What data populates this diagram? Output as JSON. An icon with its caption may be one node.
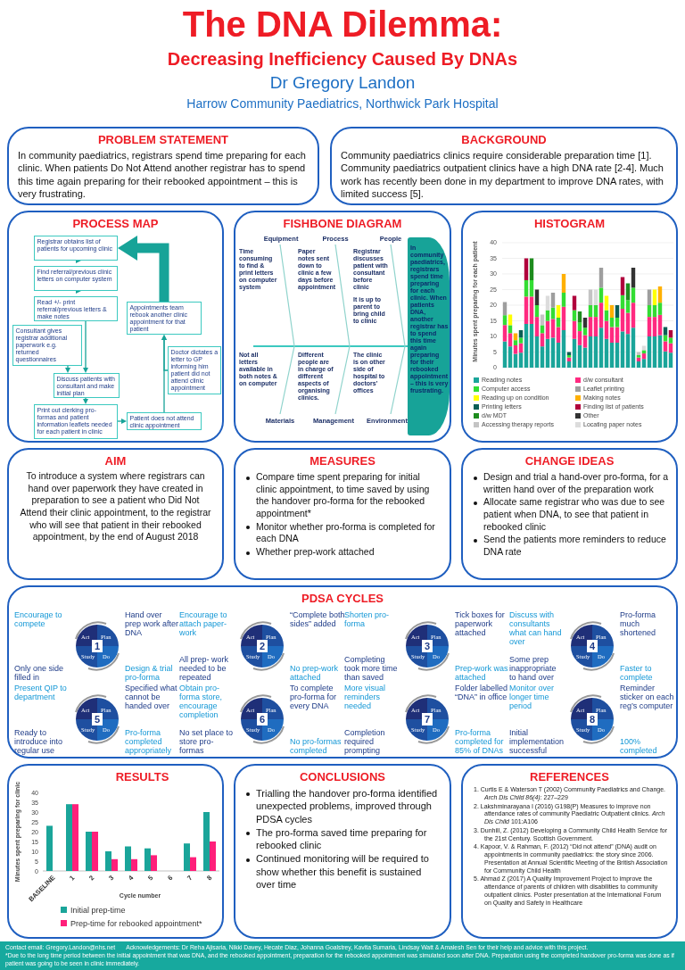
{
  "diagram": {
    "title": "The DNA Dilemma:",
    "nodes": [
      {
        "text": [
          "PROBLEM STATEMENT",
          "In community paediatrics, registrars spend time preparing for each clinic. When patients Do Not Attend another registrar has to spend this time again preparing for their rebooked appointment – this is very frustrating."
        ]
      },
      {
        "text": [
          "BACKGROUND",
          "Community paediatrics clinics require considerable preparation time [1].  Community paediatrics outpatient clinics have a high DNA rate [2-4].   Much work has recently been done in my department to improve DNA rates, with limited success [5]."
        ]
      },
      {
        "text": [
          "PROCESS MAP"
        ]
      },
      {
        "text": [
          "Registrar obtains list of patients for upcoming clinic"
        ],
        "in": 2
      },
      {
        "text": [
          "Find referral/previous clinic letters on computer system"
        ],
        "in": 2
      },
      {
        "text": [
          "Read +/- print referral/previous letters & make notes"
        ],
        "in": 2
      },
      {
        "text": [
          "Consultant gives registrar additional paperwork e.g. returned questionnaires"
        ],
        "in": 2
      },
      {
        "text": [
          "Discuss patients with consultant and make initial plan"
        ],
        "in": 2
      },
      {
        "text": [
          "Print out clerking pro-formas and patient information leaflets needed for each patient in clinic"
        ],
        "in": 2
      },
      {
        "text": [
          "Patient does not attend clinic appointment"
        ],
        "in": 2
      },
      {
        "text": [
          "Doctor dictates a letter to GP informing him patient did not attend clinic appointment"
        ],
        "in": 2
      },
      {
        "text": [
          "Appointments team rebook another clinic appointment for that patient"
        ],
        "in": 2
      },
      {
        "text": [
          "FISHBONE DIAGRAM"
        ]
      },
      {
        "text": [
          "In community paediatrics, registrars spend time preparing for each clinic. When patients DNA, another registrar has to spend this time again preparing for their rebooked appointment – this is very frustrating."
        ],
        "in": 12
      },
      {
        "text": [
          "HISTOGRAM"
        ]
      },
      {
        "text": [
          "AIM",
          "To introduce a system where registrars can hand over paperwork they have created in preparation to see a patient who Did Not Attend their clinic appointment, to the registrar who will see that patient in their rebooked appointment, by the end of August 2018"
        ]
      },
      {
        "text": [
          "MEASURES",
          "Compare time spent preparing for initial clinic appointment, to time saved by using the handover pro-forma for the rebooked appointment*",
          "Monitor whether pro-forma is completed for each DNA",
          "Whether prep-work attached"
        ]
      },
      {
        "text": [
          "CHANGE IDEAS",
          "Design and trial a hand-over pro-forma, for a written hand over of the preparation work",
          "Allocate same registrar who was due to see patient when DNA, to see that patient in rebooked clinic",
          "Send the patients more reminders to reduce DNA rate"
        ]
      },
      {
        "text": [
          "PDSA CYCLES"
        ]
      },
      {
        "text": [
          "Act",
          "Plan",
          "1",
          "Study",
          "Do"
        ],
        "in": 18
      },
      {
        "text": [
          "Act",
          "Plan",
          "2",
          "Study",
          "Do"
        ],
        "in": 18
      },
      {
        "text": [
          "Act",
          "Plan",
          "3",
          "Study",
          "Do"
        ],
        "in": 18
      },
      {
        "text": [
          "Act",
          "Plan",
          "4",
          "Study",
          "Do"
        ],
        "in": 18
      },
      {
        "text": [
          "Act",
          "Plan",
          "5",
          "Study",
          "Do"
        ],
        "in": 18
      },
      {
        "text": [
          "Act",
          "Plan",
          "6",
          "Study",
          "Do"
        ],
        "in": 18
      },
      {
        "text": [
          "Act",
          "Plan",
          "7",
          "Study",
          "Do"
        ],
        "in": 18
      },
      {
        "text": [
          "Act",
          "Plan",
          "8",
          "Study",
          "Do"
        ],
        "in": 18
      },
      {
        "text": [
          "RESULTS"
        ]
      },
      {
        "text": [
          "CONCLUSIONS",
          "Trialling the handover pro-forma identified unexpected problems, improved through PDSA cycles",
          "The pro-forma saved time preparing for rebooked clinic",
          "Continued monitoring will be required to show  whether this benefit is sustained over time"
        ]
      },
      {
        "text": [
          "REFERENCES",
          "1. Curtis E & Waterson T (2002) Community Paediatrics and Change. *Arch Dis Child 86(4)*: 227–229",
          "2. Lakshminarayana I (2016) G198(P) Measures to improve non attendance rates of community Paediatric Outpatient clinics. *Arch Dis Child* 101:A106",
          "3. Dunhill, Z. (2012) Developing a Community Child Health Service for the 21st Century. Scottish Government.",
          "4. Kapoor, V. & Rahman, F. (2012) “Did not attend” (DNA) audit on appointments in community paediatrics: the story since 2006. Presentation at Annual Scientific Meeting of the British Association for Community Child Health",
          "5. Ahmad Z (2017) A Quality Improvement Project to improve the attendance of parents of children with disabilities to community outpatient clinics.  Poster presentation at the International Forum on Quality and Safety in Healthcare"
        ]
      },
      {
        "text": [
          "Contact email: Gregory.Landon@nhs.net",
          "Acknowledgements: Dr Reha Ajisaria, Nikki Davey, Hecate Diaz, Johanna Goalstrey, Kavita Sumaria, Lindsay Watt & Amalesh Sen for their help and advice with this project.",
          "*Due to the long time period between the initial appointment that was DNA, and the rebooked appointment, preparation for the rebooked appointment was simulated soon after DNA. Preparation using the completed handover pro-forma was done as if patient was going to be seen in clinic immediately."
        ]
      }
    ],
    "edges": [
      {
        "from": 3,
        "to": 4,
        "arrow": "to"
      },
      {
        "from": 4,
        "to": 5,
        "arrow": "to"
      },
      {
        "from": 5,
        "to": 7,
        "arrow": "to"
      },
      {
        "from": 6,
        "to": 7,
        "arrow": "to"
      },
      {
        "from": 7,
        "to": 8,
        "arrow": "to"
      },
      {
        "from": 8,
        "to": 9,
        "arrow": "to"
      },
      {
        "from": 9,
        "to": 11,
        "arrow": "to"
      },
      {
        "from": 10,
        "to": 11,
        "arrow": "to"
      },
      {
        "from": 11,
        "to": 3,
        "arrow": "to",
        "style": "thick"
      }
    ],
    "labels": [
      "Decreasing Inefficiency Caused By DNAs",
      "Dr Gregory Landon",
      "Harrow Community Paediatrics, Northwick Park Hospital",
      "Equipment",
      "Process",
      "People",
      "Time consuming to find & print letters on computer system",
      "Paper notes sent down to clinic a few days before appointment",
      "Registrar discusses patient with consultant before clinic",
      "It is up to parent to bring child to clinic",
      "Not all letters available in both notes & on computer",
      "Different people are in charge of different aspects of organising clinics.",
      "The clinic is on other side of hospital to doctors' offices",
      "Materials",
      "Management",
      "Environment",
      "Minutes spent preparing for each patient",
      "40",
      "35",
      "30",
      "25",
      "20",
      "15",
      "10",
      "5",
      "0",
      "Encourage to compete",
      "Hand over prep work after DNA",
      "Only one side filled in",
      "Design & trial pro-forma",
      "Encourage to attach paper-work",
      "“Complete both sides” added",
      "All prep- work needed to be repeated",
      "No prep-work attached",
      "Shorten pro-forma",
      "Tick boxes for paperwork attached",
      "Completing took more time than saved",
      "Prep-work was attached",
      "Discuss with consultants what can hand over",
      "Pro-forma much shortened",
      "Some prep inappropriate to hand over",
      "Faster to complete",
      "Present QIP to department",
      "Specified what cannot be handed over",
      "Ready to introduce into regular use",
      "Pro-forma completed appropriately",
      "Obtain pro-forma store, encourage completion",
      "To complete pro-forma for every DNA",
      "No set place to store pro-formas",
      "No pro-formas completed",
      "More visual reminders needed",
      "Folder labelled “DNA” in office",
      "Completion required prompting",
      "Pro-forma completed for 85% of DNAs",
      "Monitor over longer time period",
      "Reminder sticker on each reg’s computer",
      "Initial implementation successful",
      "100% completed"
    ],
    "legend": [
      {
        "text": "Reading notes",
        "color": "#1aa59a"
      },
      {
        "text": "d/w consultant",
        "color": "#ff2a80"
      },
      {
        "text": "Computer access",
        "color": "#33dd33"
      },
      {
        "text": "Leaflet printing",
        "color": "#9e9e9e"
      },
      {
        "text": "Reading up on condition",
        "color": "#ffff00"
      },
      {
        "text": "Making notes",
        "color": "#ffb000"
      },
      {
        "text": "Printing letters",
        "color": "#0b5e55"
      },
      {
        "text": "Finding list of patients",
        "color": "#b0003c"
      },
      {
        "text": "d/w MDT",
        "color": "#1e8c1e"
      },
      {
        "text": "Other",
        "color": "#333333"
      },
      {
        "text": "Accessing therapy reports",
        "color": "#c4c4c4"
      },
      {
        "text": "Locating paper notes",
        "color": "#dcdcdc"
      }
    ],
    "chart_data": {
      "type": "bar",
      "xlabel": "Cycle number",
      "ylabel": "Minutes spent preparing for clinic",
      "categories": [
        "BASELINE",
        "1",
        "2",
        "3",
        "4",
        "5",
        "6",
        "7",
        "8"
      ],
      "series": [
        {
          "name": "Initial prep-time",
          "color": "#1aa59a",
          "values": [
            23,
            34,
            20,
            10,
            12.5,
            11.5,
            null,
            14,
            30
          ]
        },
        {
          "name": "Prep-time for rebooked appointment*",
          "color": "#ff1f7a",
          "values": [
            null,
            34,
            20,
            6,
            6,
            8,
            null,
            7,
            15
          ]
        }
      ],
      "ylim": [
        0,
        40
      ],
      "yticks": [
        0,
        5,
        10,
        15,
        20,
        25,
        30,
        35,
        40
      ],
      "legend": "bottom"
    }
  }
}
